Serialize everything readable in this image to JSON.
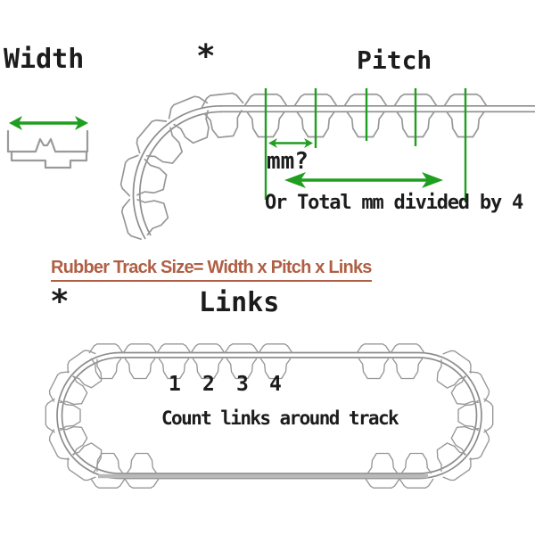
{
  "width_section": {
    "label": "Width"
  },
  "pitch_section": {
    "asterisk": "*",
    "label": "Pitch",
    "mm_hint": "mm?",
    "total_hint": "Or Total mm divided by 4"
  },
  "formula": {
    "text": "Rubber Track Size= Width x Pitch x Links"
  },
  "links_section": {
    "asterisk": "*",
    "label": "Links",
    "numbers": [
      "1",
      "2",
      "3",
      "4"
    ],
    "caption": "Count links around track"
  },
  "colors": {
    "accent_green": "#1f9e1f",
    "formula_red": "#b05f44",
    "line_gray": "#979797",
    "band_gray": "#8d8d8d",
    "text_black": "#1c1c1c"
  }
}
